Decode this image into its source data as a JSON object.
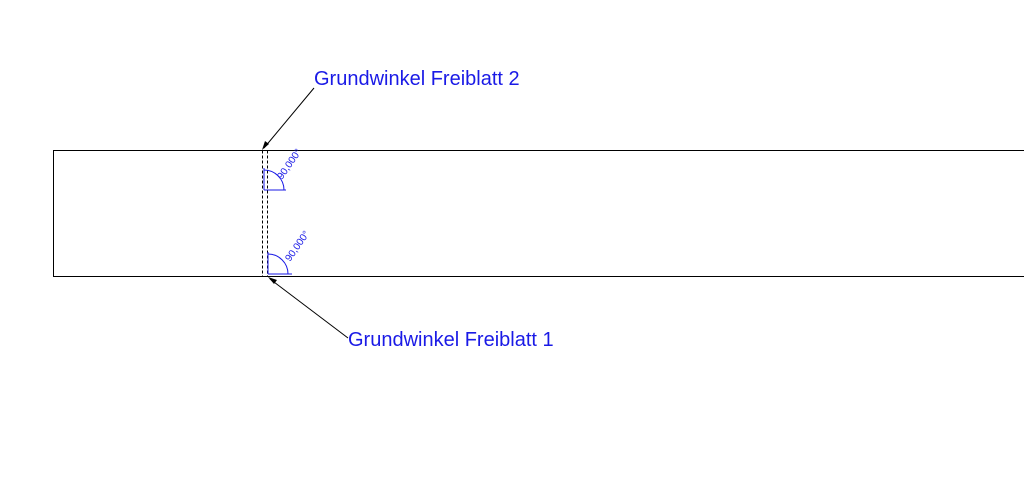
{
  "colors": {
    "annotation": "#1a1ae6",
    "outline": "#000000",
    "background": "#ffffff"
  },
  "labels": {
    "upper_callout": "Grundwinkel Freiblatt 2",
    "lower_callout": "Grundwinkel Freiblatt 1",
    "upper_angle": "90,000°",
    "lower_angle": "90,000°"
  }
}
